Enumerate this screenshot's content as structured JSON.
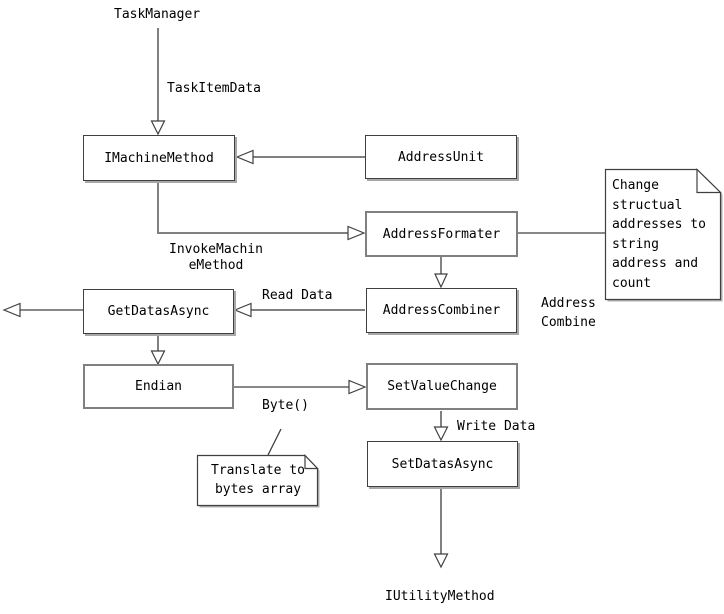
{
  "diagram": {
    "nodes": {
      "task_manager": "TaskManager",
      "imachine_method": "IMachineMethod",
      "address_unit": "AddressUnit",
      "address_formater": "AddressFormater",
      "address_combiner": "AddressCombiner",
      "get_datas_async": "GetDatasAsync",
      "endian": "Endian",
      "set_value_change": "SetValueChange",
      "set_datas_async": "SetDatasAsync",
      "iutility_method": "IUtilityMethod"
    },
    "edge_labels": {
      "task_item_data": "TaskItemData",
      "invoke_machine_method": "InvokeMachin\neMethod",
      "read_data": "Read Data",
      "address_combine": "Address\nCombine",
      "byte_call": "Byte()",
      "write_data": "Write Data"
    },
    "notes": {
      "change_addresses": "Change\nstructual\naddresses to\nstring\naddress and\ncount",
      "translate_bytes": "Translate to\nbytes array"
    },
    "colors": {
      "background": "#ffffff",
      "text": "#000000",
      "connector_gray": "#808080",
      "connector_dark": "#404040",
      "box_border": "#404040",
      "thick_box_border": "#808080",
      "shadow": "#a8a8a8"
    }
  }
}
